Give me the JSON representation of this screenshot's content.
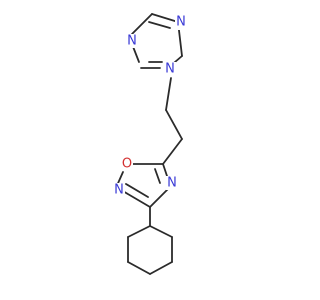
{
  "molecule": {
    "atoms": {
      "triazole_n_top_right": "N",
      "triazole_n_left": "N",
      "triazole_n1": "N",
      "oxadiazole_o": "O",
      "oxadiazole_n_left": "N",
      "oxadiazole_n_right": "N"
    }
  },
  "colors": {
    "bond": "#2b2b2b",
    "nitrogen": "#3a3ad6",
    "oxygen": "#d32f2f",
    "background": "#ffffff"
  }
}
